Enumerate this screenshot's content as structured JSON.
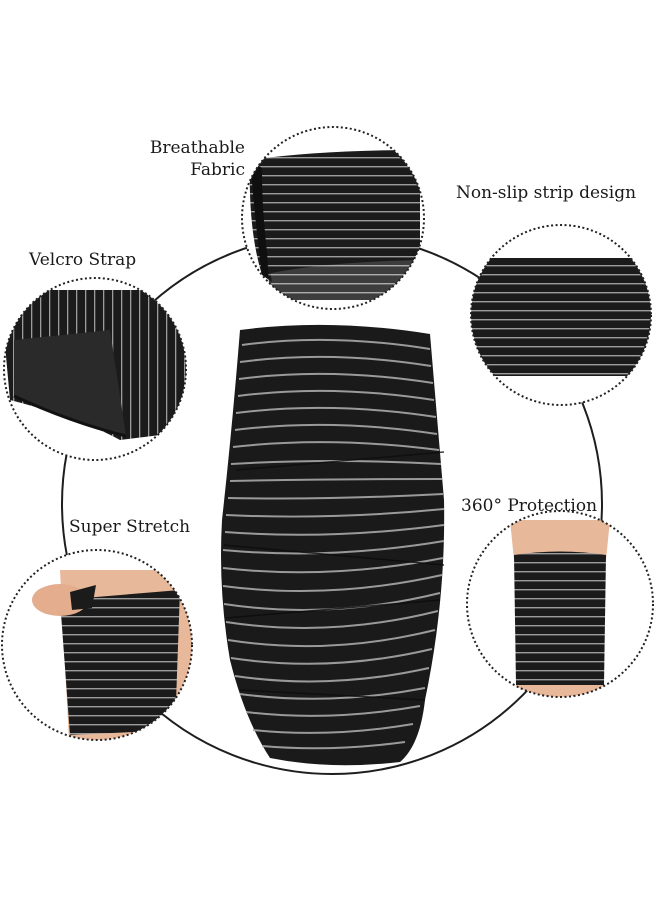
{
  "features": [
    {
      "id": "breathable",
      "line1": "Breathable",
      "line2": "Fabric"
    },
    {
      "id": "nonslip",
      "line1": "Non-slip strip design"
    },
    {
      "id": "velcro",
      "line1": "Velcro Strap"
    },
    {
      "id": "super",
      "line1": "Super Stretch"
    },
    {
      "id": "protection",
      "line1": "360° Protection"
    }
  ],
  "colors": {
    "fabric": "#1b1b1b",
    "stripe": "#9a9a9a",
    "skin": "#e8b89a",
    "outline": "#222222"
  }
}
